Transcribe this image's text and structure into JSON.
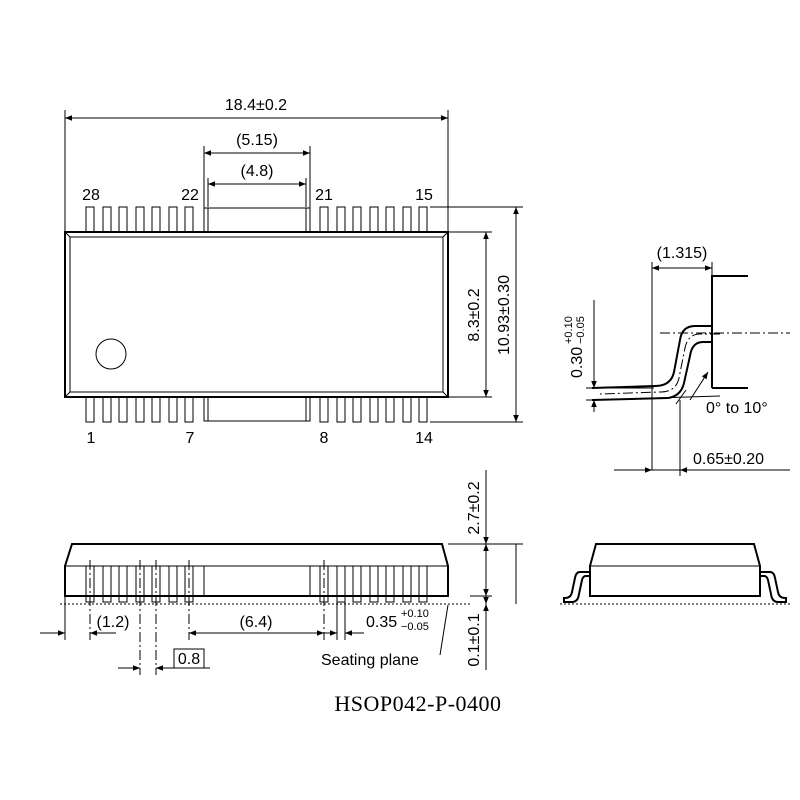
{
  "package_code": "HSOP042-P-0400",
  "top_view": {
    "overall_length": "18.4±0.2",
    "heatsink_width_outer": "(5.15)",
    "heatsink_width_inner": "(4.8)",
    "body_width": "8.3±0.2",
    "total_width": "10.93±0.30",
    "pin_labels": {
      "p28": "28",
      "p22": "22",
      "p21": "21",
      "p15": "15",
      "p1": "1",
      "p7": "7",
      "p8": "8",
      "p14": "14"
    }
  },
  "side_view": {
    "pin_edge_offset": "(1.2)",
    "heatsink_gap": "(6.4)",
    "pitch": "0.8",
    "height": "2.7±0.2",
    "standoff": "0.1±0.1",
    "seating_plane_label": "Seating plane",
    "lead_width_base": "0.35",
    "lead_width_plus": "+0.10",
    "lead_width_minus": "−0.05"
  },
  "lead_detail": {
    "lead_span": "(1.315)",
    "lead_thickness_base": "0.30",
    "lead_thickness_plus": "+0.10",
    "lead_thickness_minus": "−0.05",
    "angle": "0° to 10°",
    "foot_length": "0.65±0.20"
  }
}
